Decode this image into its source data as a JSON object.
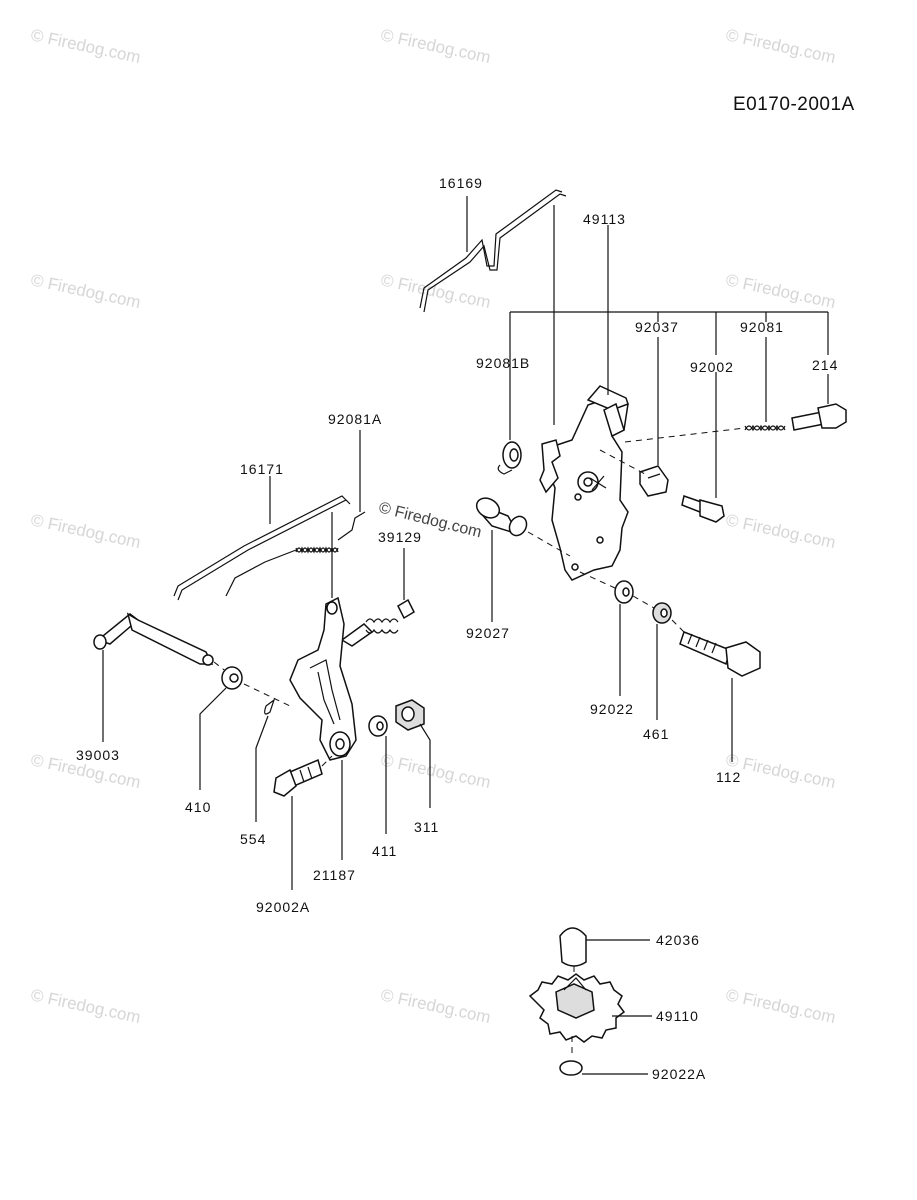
{
  "diagram_code": "E0170-2001A",
  "watermark_text": "© Firedog.com",
  "labels": {
    "l16169": "16169",
    "l49113": "49113",
    "l92037": "92037",
    "l92081": "92081",
    "l92081B": "92081B",
    "l92002": "92002",
    "l214": "214",
    "l92081A": "92081A",
    "l16171": "16171",
    "l39129": "39129",
    "l92027": "92027",
    "l92022": "92022",
    "l461": "461",
    "l112": "112",
    "l39003": "39003",
    "l410": "410",
    "l554": "554",
    "l411": "411",
    "l311": "311",
    "l21187": "21187",
    "l92002A": "92002A",
    "l42036": "42036",
    "l49110": "49110",
    "l92022A": "92022A"
  }
}
